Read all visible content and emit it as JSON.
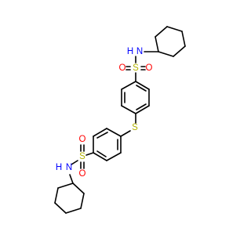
{
  "molecule": {
    "colors": {
      "bond": "#000000",
      "S": "#b3b300",
      "O": "#ff0000",
      "N": "#0000ff",
      "H": "#0000ff"
    },
    "atoms": {
      "thioether_S": "S",
      "upper_sulfonyl_S": "S",
      "upper_O_left": "O",
      "upper_O_right": "O",
      "upper_N": "N",
      "upper_H": "H",
      "lower_sulfonyl_S": "S",
      "lower_O_left": "O",
      "lower_O_right": "O",
      "lower_N": "N",
      "lower_H": "H"
    }
  }
}
